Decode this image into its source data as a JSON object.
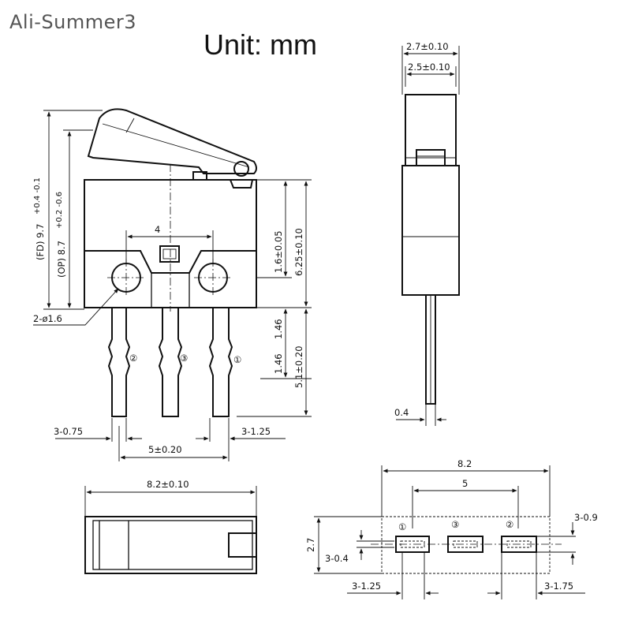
{
  "watermark": "Ali-Summer3",
  "unit_label": "Unit: mm",
  "front_view": {
    "dim_pin_spacing": "4",
    "dim_fd": "(FD) 9.7",
    "dim_fd_tol": "+0.4 -0.1",
    "dim_op": "(OP)  8.7",
    "dim_op_tol": "+0.2 -0.6",
    "dim_16": "1.6±0.05",
    "dim_625": "6.25±0.10",
    "dim_146_a": "1.46",
    "dim_146_b": "1.46",
    "dim_51": "5.1±0.20",
    "dim_hole": "2-ø1.6",
    "dim_075": "3-0.75",
    "dim_125": "3-1.25",
    "dim_5": "5±0.20",
    "pin_labels": [
      "②",
      "③",
      "①"
    ]
  },
  "side_view": {
    "dim_27": "2.7±0.10",
    "dim_25": "2.5±0.10",
    "dim_04": "0.4"
  },
  "bottom_view": {
    "dim_82": "8.2±0.10"
  },
  "footprint": {
    "dim_82": "8.2",
    "dim_5": "5",
    "dim_09": "3-0.9",
    "dim_27": "2.7",
    "dim_04": "3-0.4",
    "dim_125": "3-1.25",
    "dim_175": "3-1.75",
    "pin_labels": [
      "①",
      "③",
      "②"
    ]
  }
}
